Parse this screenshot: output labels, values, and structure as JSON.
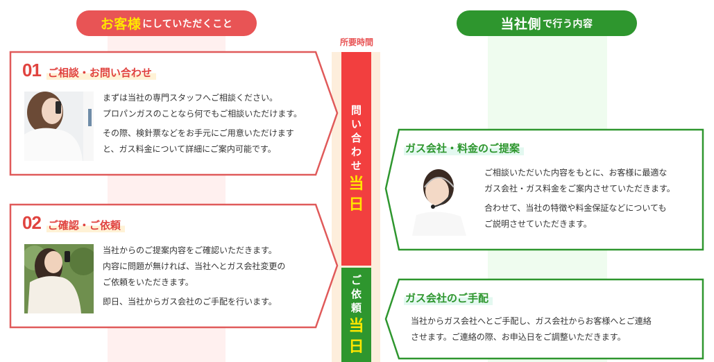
{
  "headers": {
    "customer": {
      "emphasis": "お客様",
      "rest": "にしていただくこと",
      "color": "#E85455",
      "emphasis_color": "#FFE600"
    },
    "company": {
      "emphasis": "当社側",
      "rest": "で行う内容",
      "color": "#2E962E"
    }
  },
  "timeline": {
    "label": "所要時間",
    "segments": [
      {
        "text_chars": [
          "問",
          "い",
          "合",
          "わ",
          "せ"
        ],
        "emphasis_chars": [
          "当",
          "日"
        ],
        "color": "#F23F3F"
      },
      {
        "text_chars": [
          "ご",
          "依",
          "頼"
        ],
        "emphasis_chars": [
          "当",
          "日"
        ],
        "color": "#2E962E"
      }
    ]
  },
  "customer_steps": [
    {
      "number": "01",
      "title": "ご相談・お問い合わせ",
      "photo": "woman-on-phone-indoor",
      "paragraphs": [
        "まずは当社の専門スタッフへご相談ください。\nプロパンガスのことなら何でもご相談いただけます。",
        "その際、検針票などをお手元にご用意いただけますと、ガス料金について詳細にご案内可能です。"
      ],
      "lines": [
        "まずは当社の専門スタッフへご相談ください。",
        "プロパンガスのことなら何でもご相談いただけます。",
        "その際、検針票などをお手元にご用意いただけます",
        "と、ガス料金について詳細にご案内可能です。"
      ]
    },
    {
      "number": "02",
      "title": "ご確認・ご依頼",
      "photo": "woman-on-phone-outdoor",
      "lines": [
        "当社からのご提案内容をご確認いただきます。",
        "内容に問題が無ければ、当社へとガス会社変更の",
        "ご依頼をいただきます。",
        "即日、当社からガス会社のご手配を行います。"
      ]
    }
  ],
  "company_steps": [
    {
      "title": "ガス会社・料金のご提案",
      "photo": "operator-with-headset",
      "lines": [
        "ご相談いただいた内容をもとに、お客様に最適な",
        "ガス会社・ガス料金をご案内させていただきます。",
        "合わせて、当社の特徴や料金保証などについても",
        "ご説明させていただきます。"
      ]
    },
    {
      "title": "ガス会社のご手配",
      "lines": [
        "当社からガス会社へとご手配し、ガス会社からお客様へとご連絡",
        "させます。ご連絡の際、お申込日をご調整いただきます。"
      ]
    }
  ],
  "colors": {
    "red_border": "#E05A5A",
    "green_border": "#2E962E",
    "pink_column": "#FFF0EF",
    "mint_column": "#EFFCEF",
    "timeline_strip": "#FDEEDC"
  }
}
